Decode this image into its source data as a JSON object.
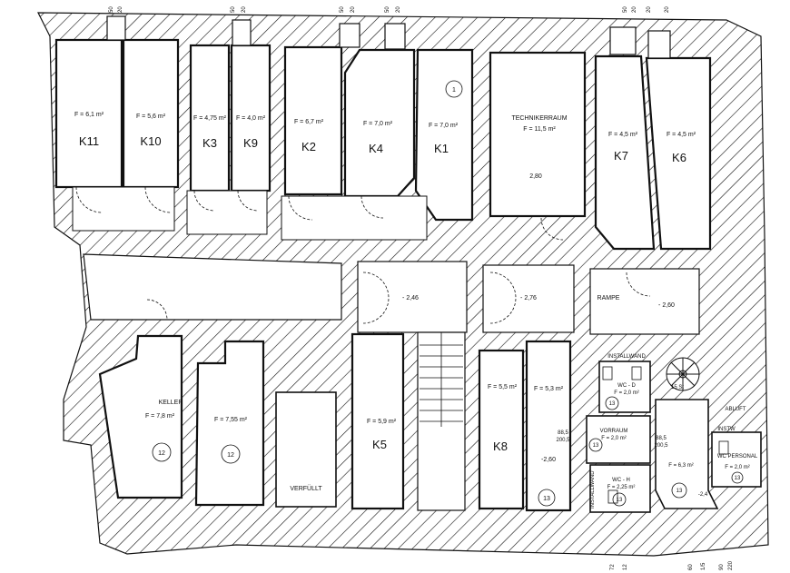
{
  "rooms": {
    "k11": {
      "name": "K11",
      "area": "F = 6,1 m²"
    },
    "k10": {
      "name": "K10",
      "area": "F = 5,6 m²"
    },
    "k3": {
      "name": "K3",
      "area": "F = 4,75 m²"
    },
    "k9": {
      "name": "K9",
      "area": "F = 4,0 m²"
    },
    "k2": {
      "name": "K2",
      "area": "F = 6,7 m²"
    },
    "k4": {
      "name": "K4",
      "area": "F = 7,0 m²"
    },
    "k1": {
      "name": "K1",
      "area": "F = 7,0 m²",
      "marker": "1"
    },
    "technik": {
      "name": "TECHNIKERRAUM",
      "area": "F = 11,5 m²",
      "level": "2,80"
    },
    "k7": {
      "name": "K7",
      "area": "F = 4,5 m²"
    },
    "k6": {
      "name": "K6",
      "area": "F = 4,5 m²"
    },
    "keller": {
      "name": "KELLER",
      "area": "F = 7,8 m²",
      "marker": "12"
    },
    "room12b": {
      "area": "F = 7,55 m²",
      "marker": "12"
    },
    "verfuellt": {
      "name": "VERFÜLLT"
    },
    "k5": {
      "name": "K5",
      "area": "F = 5,9 m²"
    },
    "k8": {
      "name": "K8",
      "area": "F = 5,5 m²"
    },
    "room13a": {
      "area": "F = 5,3 m²",
      "marker": "13",
      "level": "-2,60"
    },
    "wc_d": {
      "name": "WC - D",
      "area": "F = 2,0 m²",
      "marker": "13"
    },
    "vorraum": {
      "name": "VORRAUM",
      "area": "F = 2,0 m²",
      "marker": "13"
    },
    "wc_h": {
      "name": "WC - H",
      "area": "F = 2,25 m²",
      "marker": "13"
    },
    "stair_room": {
      "area": "F = 6,3 m²",
      "marker": "13",
      "level": "-2,4"
    },
    "wc_personal": {
      "name": "WC PERSONAL",
      "area": "F = 2,0 m²",
      "marker": "13"
    }
  },
  "corridor_levels": {
    "c1": "- 2,46",
    "c2": "- 2,76",
    "c3": "- 2,60"
  },
  "labels": {
    "rampe": "RAMPE",
    "installwand_top": "INSTALLWAND",
    "installwand_side": "INSTALLWAND",
    "abluft": "ABLUFT",
    "insta": "INSTW",
    "stair_size": "15 St",
    "door1_dim": "88,5",
    "door1_h": "200,5",
    "door2_dim": "88,5",
    "door2_h": "200,5"
  },
  "chimney_dims": {
    "top": [
      "50",
      "20",
      "50",
      "20",
      "50",
      "20",
      "50",
      "20",
      "50",
      "20",
      "20",
      "20"
    ],
    "bottom": [
      "72",
      "12",
      "60",
      "1/5",
      "90",
      "220"
    ]
  }
}
